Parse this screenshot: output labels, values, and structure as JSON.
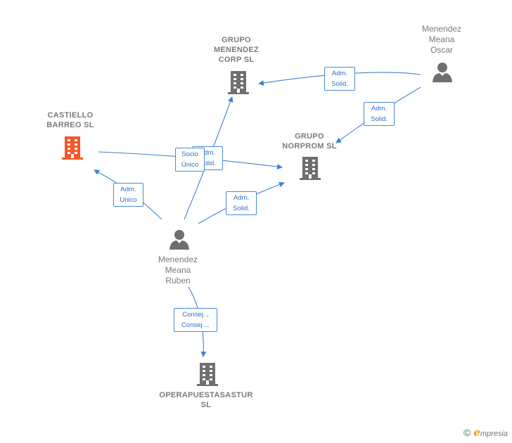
{
  "nodes": {
    "grupo_menendez_corp": {
      "label": "GRUPO\nMENENDEZ\nCORP  SL"
    },
    "menendez_meana_oscar": {
      "label": "Menendez\nMeana\nOscar"
    },
    "castiello_barreo": {
      "label": "CASTIELLO\nBARREO  SL"
    },
    "grupo_norprom": {
      "label": "GRUPO\nNORPROM  SL"
    },
    "menendez_meana_ruben": {
      "label": "Menendez\nMeana\nRuben"
    },
    "operapuestasastur": {
      "label": "OPERAPUESTASASTUR\nSL"
    }
  },
  "edges": {
    "oscar_to_corp": "Adm.\nSolid.",
    "oscar_to_norprom": "Adm.\nSolid.",
    "ruben_to_corp": "Adm.\nSolid.",
    "socio_unico": "Socio\nÚnico",
    "ruben_to_castiello": "Adm.\nUnico",
    "ruben_to_norprom": "Adm.\nSolid.",
    "ruben_to_operapuestas": "Consej. ,\nConsej...."
  },
  "colors": {
    "edge": "#3f82d6",
    "company": "#6f6f6f",
    "focus_company": "#f0592a",
    "person": "#6f6f6f"
  },
  "footer": {
    "copyright": "©",
    "brand_initial": "e",
    "brand_rest": "mpresia"
  }
}
